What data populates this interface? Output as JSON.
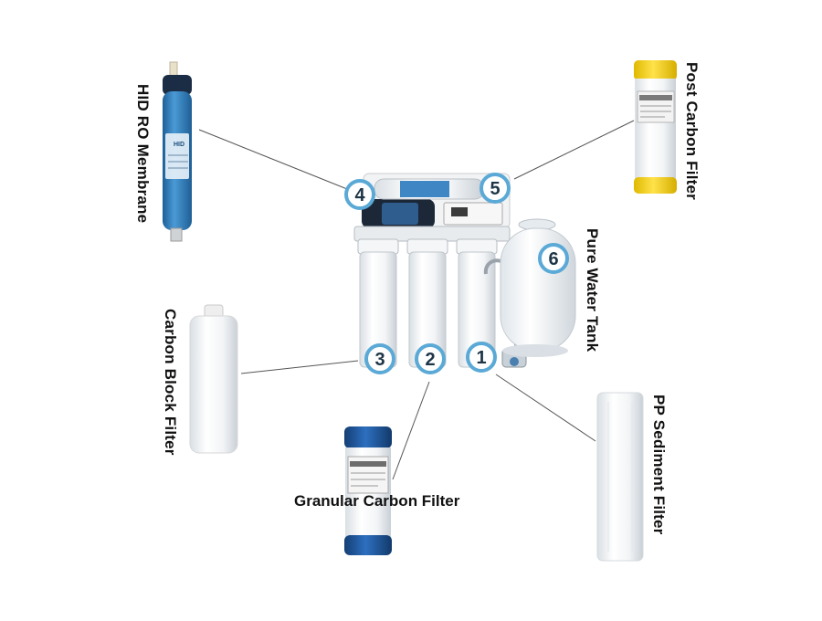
{
  "diagram": {
    "components": [
      {
        "id": "ro",
        "name": "HID RO Membrane"
      },
      {
        "id": "post",
        "name": "Post Carbon Filter"
      },
      {
        "id": "tank",
        "name": "Pure Water Tank"
      },
      {
        "id": "block",
        "name": "Carbon Block Filter"
      },
      {
        "id": "granular",
        "name": "Granular Carbon Filter"
      },
      {
        "id": "pp",
        "name": "PP Sediment Filter"
      }
    ],
    "badges": [
      "1",
      "2",
      "3",
      "4",
      "5",
      "6"
    ],
    "product_texts": {
      "ro_brand": "HID"
    }
  },
  "colors": {
    "badge_ring": "#5aa9d6",
    "badge_text": "#1d3547",
    "ro_blue": "#2f7fc1",
    "post_yellow": "#f5d21f",
    "granular_blue": "#1f5fa8",
    "leader": "#555555"
  }
}
